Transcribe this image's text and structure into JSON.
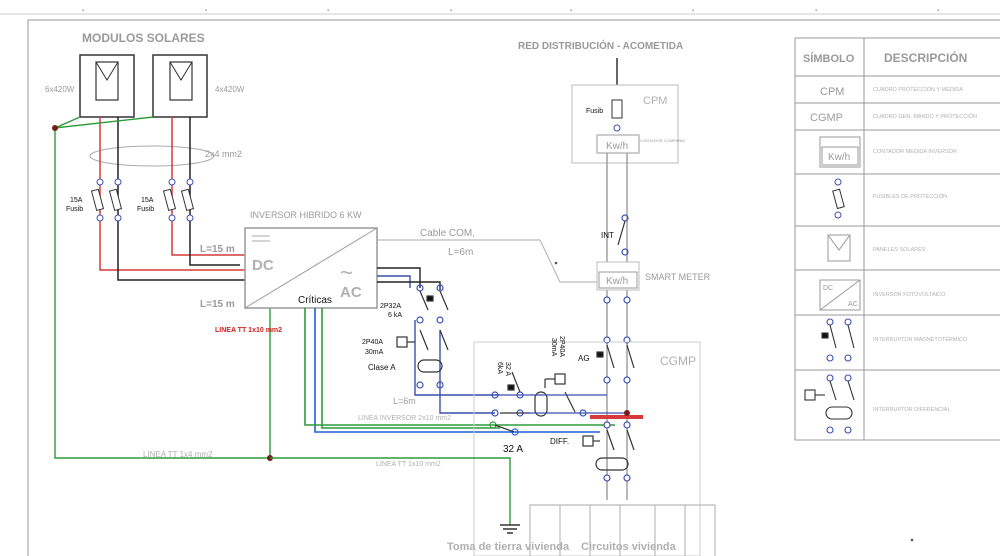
{
  "panels": {
    "title": "MODULOS SOLARES",
    "left_count": "6x420W",
    "right_count": "4x420W",
    "cable": "2x4 mm2",
    "fuse1_rating": "15A",
    "fuse1_label": "Fusib",
    "fuse2_rating": "15A",
    "fuse2_label": "Fusib"
  },
  "inverter": {
    "title": "INVERSOR HIBRIDO 6 KW",
    "dc": "DC",
    "ac": "AC",
    "ac_symbol": "~",
    "len_top": "L=15 m",
    "len_bottom": "L=15 m",
    "criticas": "Críticas",
    "linea_tt_red": "LINEA TT 1x10 mm2"
  },
  "grid": {
    "title": "RED DISTRIBUCIÓN - ACOMETIDA",
    "fusib": "Fusib",
    "cpm": "CPM",
    "contador": "CONTADOR COMPAÑIA",
    "kwh": "Kw/h",
    "cable_com": "Cable COM,",
    "cable_len": "L=6m",
    "int": "INT",
    "smart_meter": "SMART METER",
    "kwh2": "Kw/h"
  },
  "protections": {
    "breaker_label": "2P32A",
    "breaker_ka": "6 kA",
    "diff_label": "2P40A",
    "diff_ma": "30mA",
    "clase": "Clase A",
    "l6": "L=6m",
    "b32_a": "32 A",
    "b32_b": "6kA",
    "b40_a": "2P40A",
    "b40_b": "30mA",
    "ag": "AG",
    "cgmp": "CGMP",
    "linea_inversor": "LINEA INVERSOR 2x10 mm2",
    "a32": "32 A",
    "diff": "DIFF.",
    "linea_tt_small": "LINEA TT 1x10 mm2",
    "linea_tt_green": "LINEA TT 1x4 mm2"
  },
  "bottom": {
    "earth": "Toma de tierra vivienda",
    "circuits": "Circuitos vivienda"
  },
  "legend": {
    "header_symbol": "SÍMBOLO",
    "header_desc": "DESCRIPCIÓN",
    "rows": [
      {
        "symbol": "CPM",
        "desc": "CUADRO PROTECCIÓN Y MEDIDA"
      },
      {
        "symbol": "CGMP",
        "desc": "CUADRO GEN. MANDO Y PROTECCIÓN"
      },
      {
        "symbol": "Kw/h",
        "desc": "CONTADOR MEDIDA INVERSOR"
      },
      {
        "symbol": "",
        "desc": "FUSIBLES DE PROTECCIÓN"
      },
      {
        "symbol": "",
        "desc": "PANELES SOLARES"
      },
      {
        "symbol": "DC / AC",
        "desc": "INVERSOR FOTOVOLTAICO"
      },
      {
        "symbol": "",
        "desc": "INTERRUPTOR MAGNETOTÉRMICO"
      },
      {
        "symbol": "",
        "desc": "INTERRUPTOR DIFERENCIAL"
      }
    ],
    "dc": "DC",
    "ac": "AC"
  },
  "colors": {
    "dc_red": "#d63a3a",
    "dc_black": "#222222",
    "earth_green": "#2f9a3a",
    "ac_blue": "#1f5fd6",
    "node_blue": "#3a4fb0",
    "frame_grey": "#9a9a9a"
  }
}
